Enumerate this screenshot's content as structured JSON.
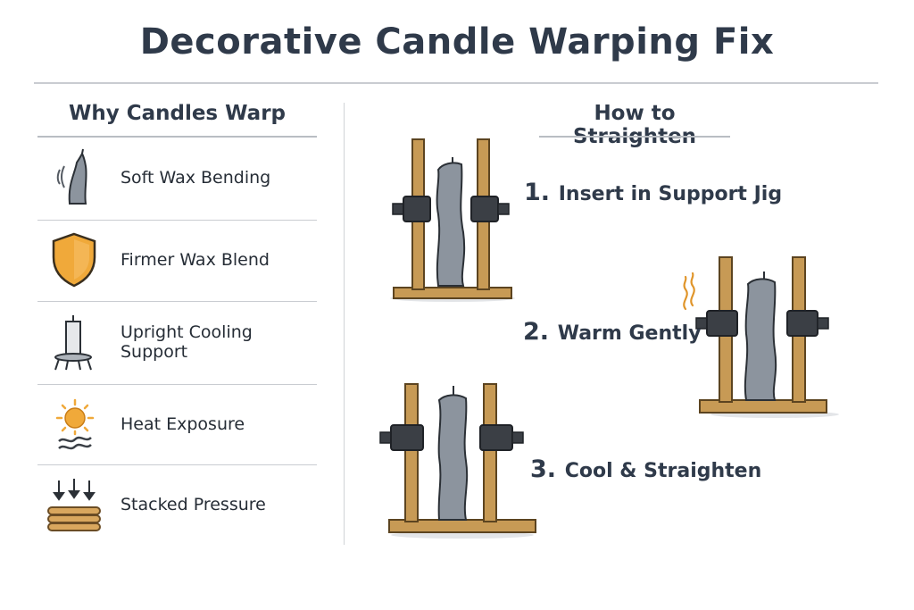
{
  "title": "Decorative Candle Warping Fix",
  "causes": {
    "heading": "Why Candles Warp",
    "items": [
      {
        "label": "Soft Wax Bending",
        "icon": "bent-candle-icon"
      },
      {
        "label": "Firmer Wax Blend",
        "icon": "shield-icon"
      },
      {
        "label": "Upright Cooling Support",
        "icon": "candle-on-stand-icon"
      },
      {
        "label": "Heat Exposure",
        "icon": "sun-heat-icon"
      },
      {
        "label": "Stacked Pressure",
        "icon": "stacked-pressure-icon"
      }
    ]
  },
  "fix": {
    "heading": "How to Straighten",
    "steps": [
      {
        "number": "1.",
        "label": "Insert in Support Jig"
      },
      {
        "number": "2.",
        "label": "Warm Gently"
      },
      {
        "number": "3.",
        "label": "Cool & Straighten"
      }
    ]
  },
  "colors": {
    "wood": "#c79a55",
    "wood_dark": "#7a5a2e",
    "candle": "#8c949e",
    "clamp": "#3b3f45",
    "shield": "#f0a93a",
    "sun": "#f0a93a"
  }
}
